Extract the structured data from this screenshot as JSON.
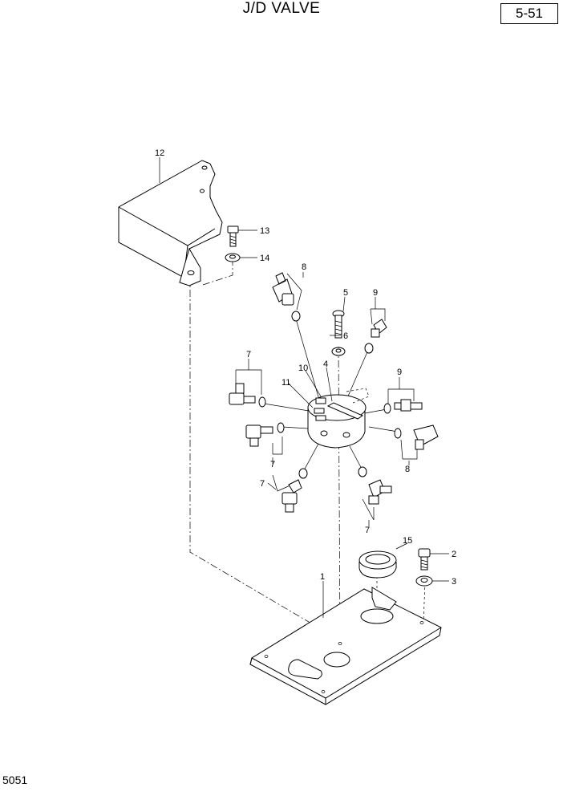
{
  "header": {
    "title": "J/D VALVE",
    "page_ref": "5-51"
  },
  "footer": {
    "code": "5051"
  },
  "callouts": {
    "c1": "1",
    "c2": "2",
    "c3": "3",
    "c4": "4",
    "c5": "5",
    "c6": "6",
    "c7a": "7",
    "c7b": "7",
    "c7c": "7",
    "c7d": "7",
    "c8a": "8",
    "c8b": "8",
    "c9a": "9",
    "c9b": "9",
    "c10": "10",
    "c11": "11",
    "c12": "12",
    "c13": "13",
    "c14": "14",
    "c15": "15"
  }
}
